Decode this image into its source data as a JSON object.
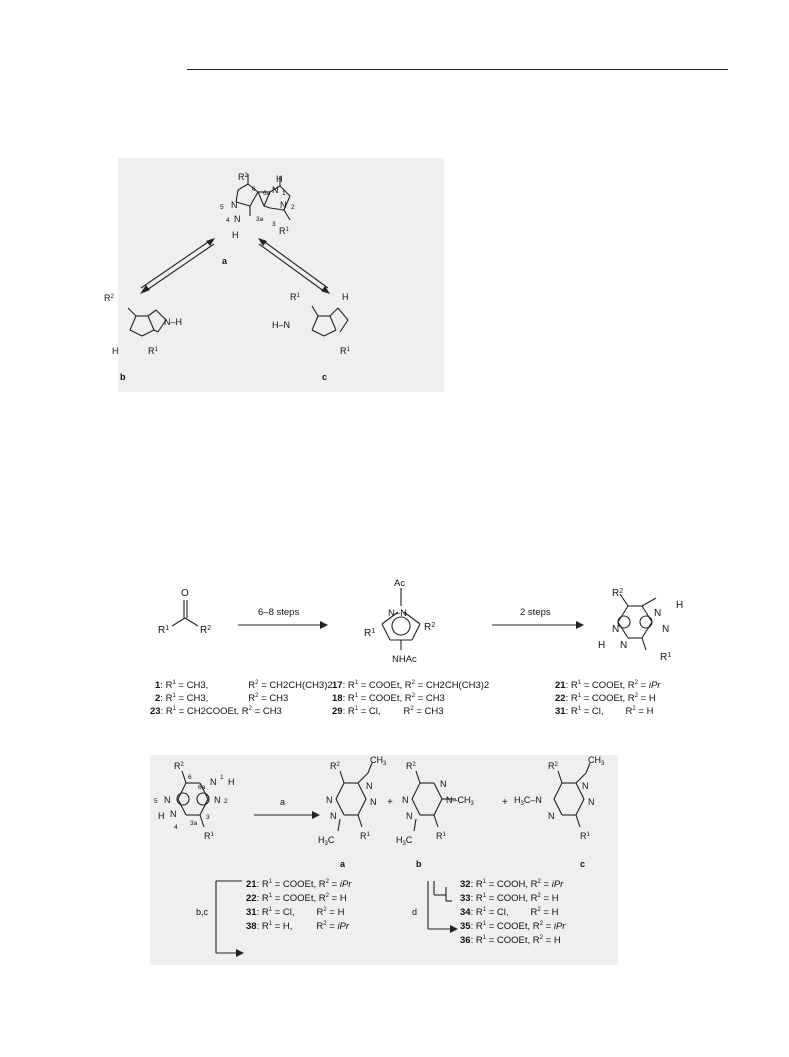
{
  "figure1": {
    "tautomer_a": {
      "label": "a",
      "ring_positions": [
        "6",
        "6a",
        "1",
        "2",
        "3",
        "3a",
        "4",
        "5"
      ],
      "substituents": [
        "R2",
        "R1"
      ],
      "nh": [
        "H",
        "H"
      ]
    },
    "tautomer_b": {
      "label": "b",
      "substituents": [
        "R2",
        "R1"
      ],
      "nh": [
        "N–H",
        "H"
      ]
    },
    "tautomer_c": {
      "label": "c",
      "substituents": [
        "R1",
        "R1"
      ],
      "nh": [
        "H",
        "H–N"
      ]
    }
  },
  "scheme1": {
    "step1_label": "6–8 steps",
    "step2_label": "2 steps",
    "ketone": {
      "atom_o": "O",
      "r1": "R1",
      "r2": "R2"
    },
    "pyrazole": {
      "ac": "Ac",
      "nhac": "NHAc",
      "r1": "R1",
      "r2": "R2"
    },
    "product": {
      "r1": "R1",
      "r2": "R2",
      "h": "H"
    },
    "compounds_left": [
      {
        "num": "1",
        "r1": "CH3,",
        "r2": "CH2CH(CH3)2"
      },
      {
        "num": "2",
        "r1": "CH3,",
        "r2": "CH3"
      },
      {
        "num": "23",
        "r1": "CH2COOEt,",
        "r2": "CH3"
      }
    ],
    "compounds_mid": [
      {
        "num": "17",
        "r1": "COOEt,",
        "r2": "CH2CH(CH3)2"
      },
      {
        "num": "18",
        "r1": "COOEt,",
        "r2": "CH3"
      },
      {
        "num": "29",
        "r1": "Cl,",
        "r2": "CH3"
      }
    ],
    "compounds_right": [
      {
        "num": "21",
        "r1": "COOEt,",
        "r2": "iPr"
      },
      {
        "num": "22",
        "r1": "COOEt,",
        "r2": "H"
      },
      {
        "num": "31",
        "r1": "Cl,",
        "r2": "H"
      }
    ]
  },
  "scheme2": {
    "reagent_a": "a",
    "reagent_bc": "b,c",
    "reagent_d": "d",
    "product_labels": [
      "a",
      "b",
      "c"
    ],
    "plus": "+",
    "methyl": "CH3",
    "methyl_left": "H3C",
    "compounds_left": [
      {
        "num": "21",
        "r1": "COOEt,",
        "r2": "iPr"
      },
      {
        "num": "22",
        "r1": "COOEt,",
        "r2": "H"
      },
      {
        "num": "31",
        "r1": "Cl,",
        "r2": "H"
      },
      {
        "num": "38",
        "r1": "H,",
        "r2": "iPr"
      }
    ],
    "compounds_right": [
      {
        "num": "32",
        "r1": "COOH,",
        "r2": "iPr"
      },
      {
        "num": "33",
        "r1": "COOH,",
        "r2": "H"
      },
      {
        "num": "34",
        "r1": "Cl,",
        "r2": "H"
      },
      {
        "num": "35",
        "r1": "COOEt,",
        "r2": "iPr"
      },
      {
        "num": "36",
        "r1": "COOEt,",
        "r2": "H"
      }
    ]
  }
}
